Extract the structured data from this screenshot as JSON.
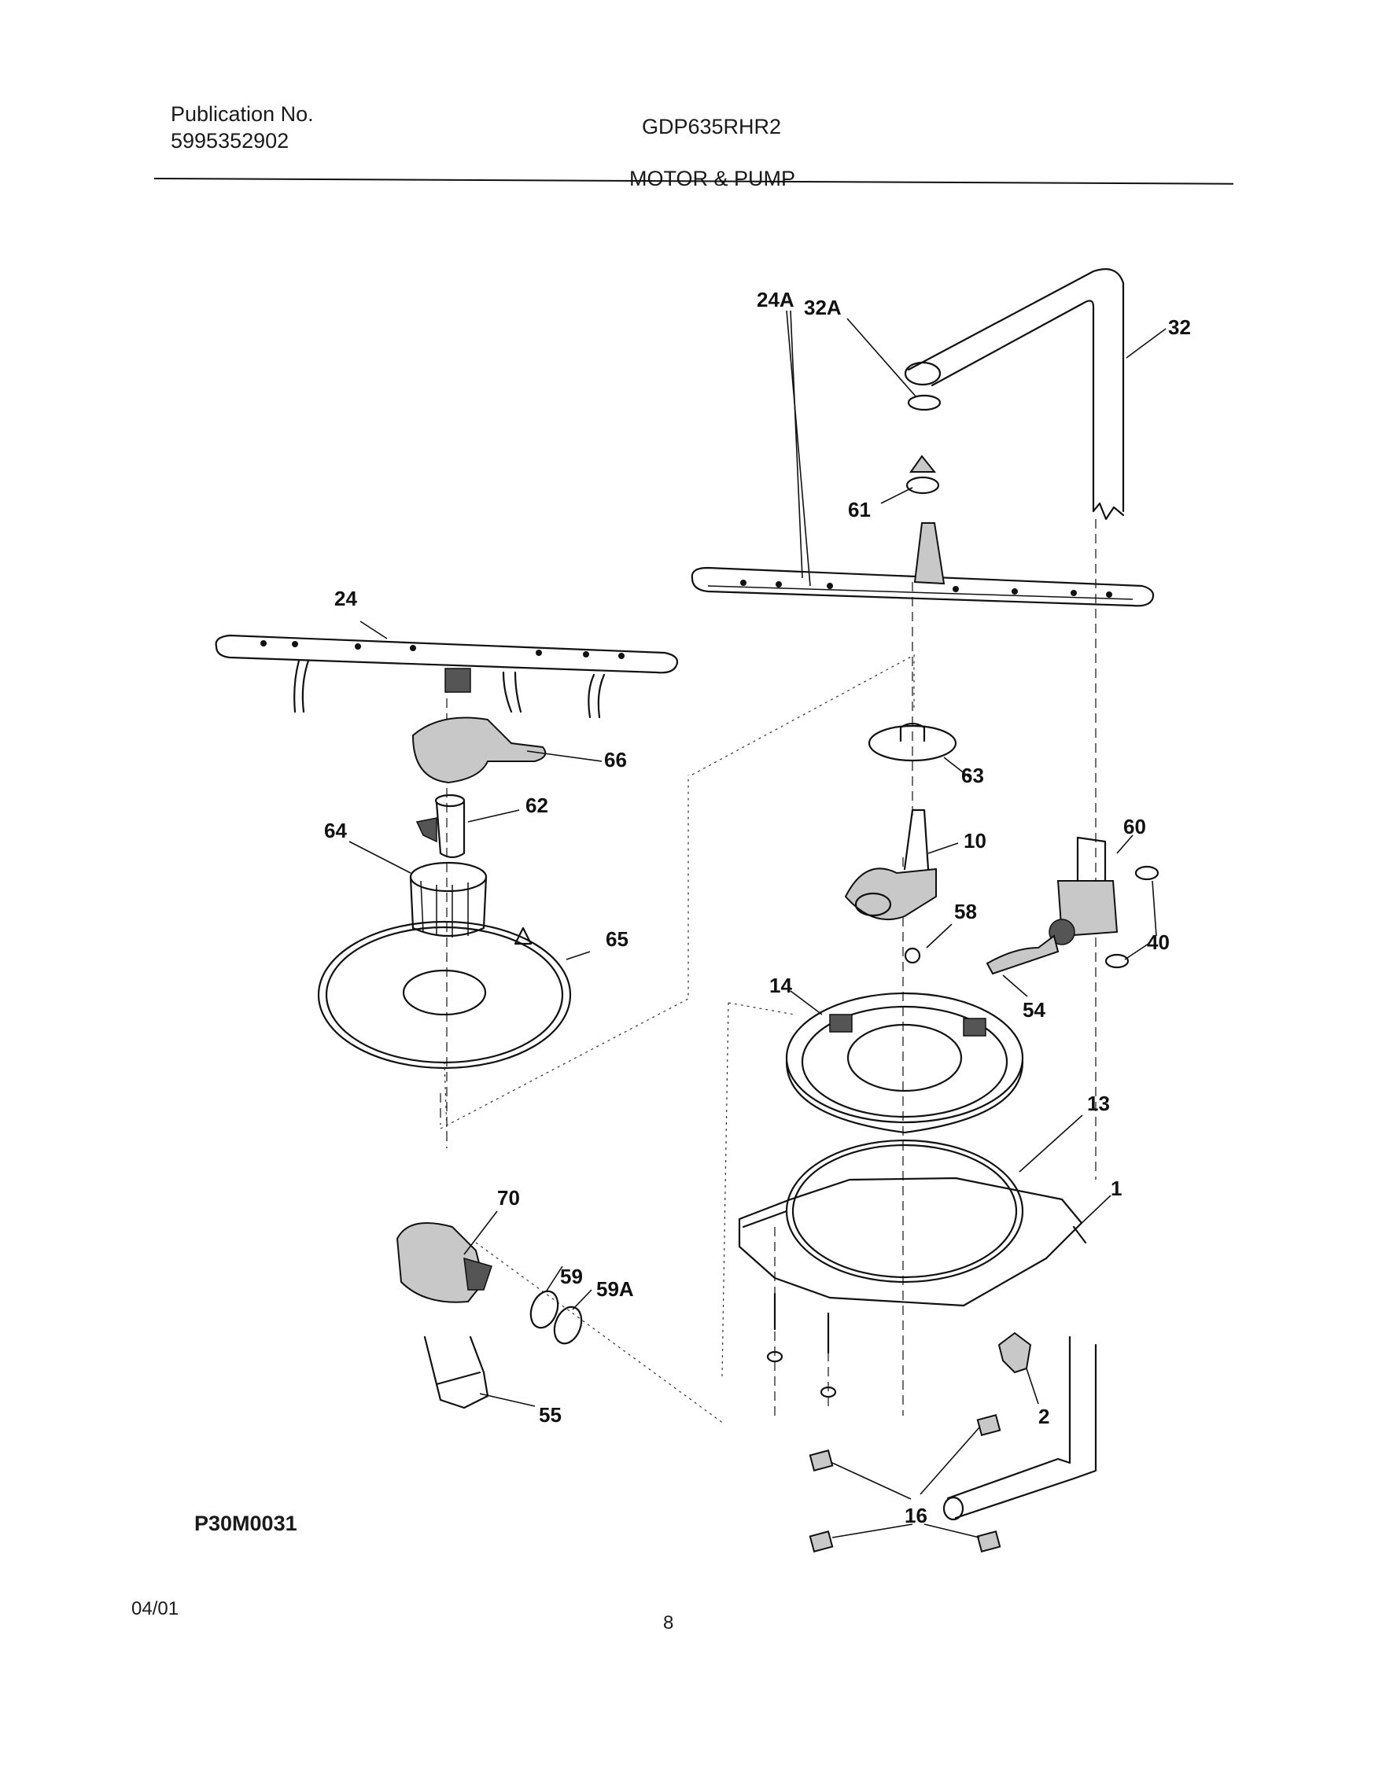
{
  "header": {
    "publication_label": "Publication No.",
    "publication_number": "5995352902",
    "model": "GDP635RHR2",
    "section_title": "MOTOR & PUMP"
  },
  "parts": {
    "p32A": "32A",
    "p32": "32",
    "p61": "61",
    "p24A": "24A",
    "p24": "24",
    "p66": "66",
    "p62": "62",
    "p64": "64",
    "p65": "65",
    "p63": "63",
    "p10": "10",
    "p60": "60",
    "p58": "58",
    "p40": "40",
    "p14": "14",
    "p54": "54",
    "p13": "13",
    "p1": "1",
    "p70": "70",
    "p59": "59",
    "p59A": "59A",
    "p55": "55",
    "p2": "2",
    "p16": "16"
  },
  "footer": {
    "drawing_code": "P30M0031",
    "date": "04/01",
    "page_number": "8"
  }
}
